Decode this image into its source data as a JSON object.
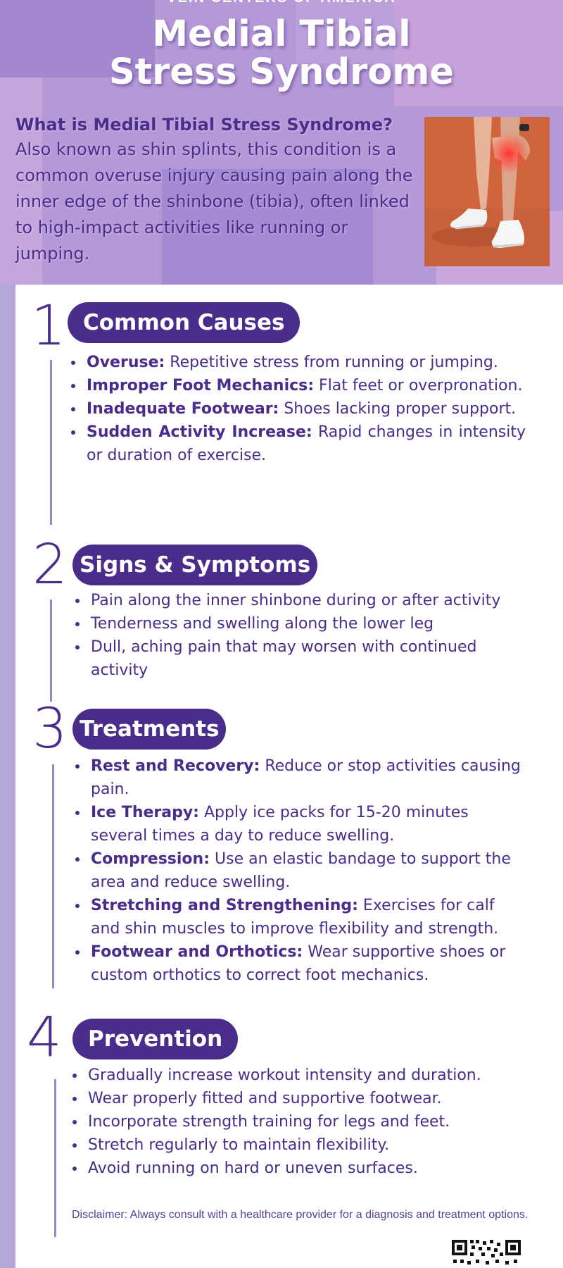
{
  "hero": {
    "org": "VEIN CENTERS OF AMERICA",
    "title_line1": "Medial Tibial",
    "title_line2": "Stress Syndrome",
    "question": "What is Medial Tibial Stress Syndrome?",
    "description": "Also known as shin splints, this condition is a common overuse injury causing pain along the inner edge of the shinbone (tibia), often linked to high-impact activities like running or jumping."
  },
  "sections": [
    {
      "number": "1",
      "title": "Common Causes",
      "items": [
        {
          "bold": "Overuse:",
          "text": " Repetitive stress from running or jumping."
        },
        {
          "bold": "Improper Foot Mechanics:",
          "text": " Flat feet or overpronation."
        },
        {
          "bold": "Inadequate Footwear:",
          "text": " Shoes lacking proper support."
        },
        {
          "bold": "Sudden Activity Increase:",
          "text": " Rapid changes in intensity or duration of exercise."
        }
      ]
    },
    {
      "number": "2",
      "title": "Signs & Symptoms",
      "items": [
        {
          "bold": "",
          "text": "Pain along the inner shinbone during or after activity"
        },
        {
          "bold": "",
          "text": "Tenderness and swelling along the lower leg"
        },
        {
          "bold": "",
          "text": "Dull, aching pain that may worsen with continued activity"
        }
      ]
    },
    {
      "number": "3",
      "title": "Treatments",
      "items": [
        {
          "bold": "Rest and Recovery:",
          "text": " Reduce or stop activities causing pain."
        },
        {
          "bold": "Ice Therapy:",
          "text": " Apply ice packs for 15-20 minutes several times a day to reduce swelling."
        },
        {
          "bold": "Compression:",
          "text": " Use an elastic bandage to support the area and reduce swelling."
        },
        {
          "bold": "Stretching and Strengthening:",
          "text": " Exercises for calf and shin muscles to improve flexibility and strength."
        },
        {
          "bold": "Footwear and Orthotics:",
          "text": " Wear supportive shoes or custom orthotics to correct foot mechanics."
        }
      ]
    },
    {
      "number": "4",
      "title": "Prevention",
      "items": [
        {
          "bold": "",
          "text": "Gradually increase workout intensity and duration."
        },
        {
          "bold": "",
          "text": "Wear properly fitted and supportive footwear."
        },
        {
          "bold": "",
          "text": "Incorporate strength training for legs and feet."
        },
        {
          "bold": "",
          "text": "Stretch regularly to maintain flexibility."
        },
        {
          "bold": "",
          "text": "Avoid running on hard or uneven surfaces."
        }
      ]
    }
  ],
  "disclaimer": "Disclaimer: Always consult with a healthcare provider for a diagnosis and treatment options.",
  "colors": {
    "accent": "#4a2c8a",
    "hero_bg": "#b498d8",
    "band": "#b5a6d8",
    "pain_glow": "#ff2a2a"
  },
  "icons": {
    "photo": "shin-pain-photo",
    "qr": "qr-code-icon"
  }
}
